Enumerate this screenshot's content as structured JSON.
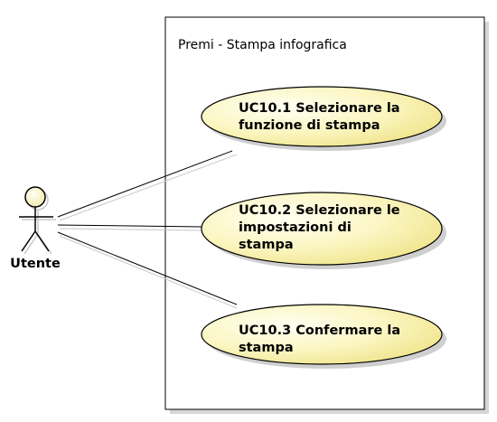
{
  "system": {
    "title": "Premi - Stampa infografica"
  },
  "actor": {
    "name": "Utente"
  },
  "use_cases": [
    {
      "id": "uc10-1",
      "lines": [
        "UC10.1 Selezionare la",
        "funzione di stampa"
      ]
    },
    {
      "id": "uc10-2",
      "lines": [
        "UC10.2 Selezionare le",
        "impostazioni di",
        "stampa"
      ]
    },
    {
      "id": "uc10-3",
      "lines": [
        "UC10.3 Confermare la",
        "stampa"
      ]
    }
  ],
  "colors": {
    "use_case_fill_light": "#ffffee",
    "use_case_fill_dark": "#f2ea8c",
    "actor_head_fill": "#f8f4c4",
    "stroke": "#000000",
    "shadow": "#c8c8c8"
  }
}
